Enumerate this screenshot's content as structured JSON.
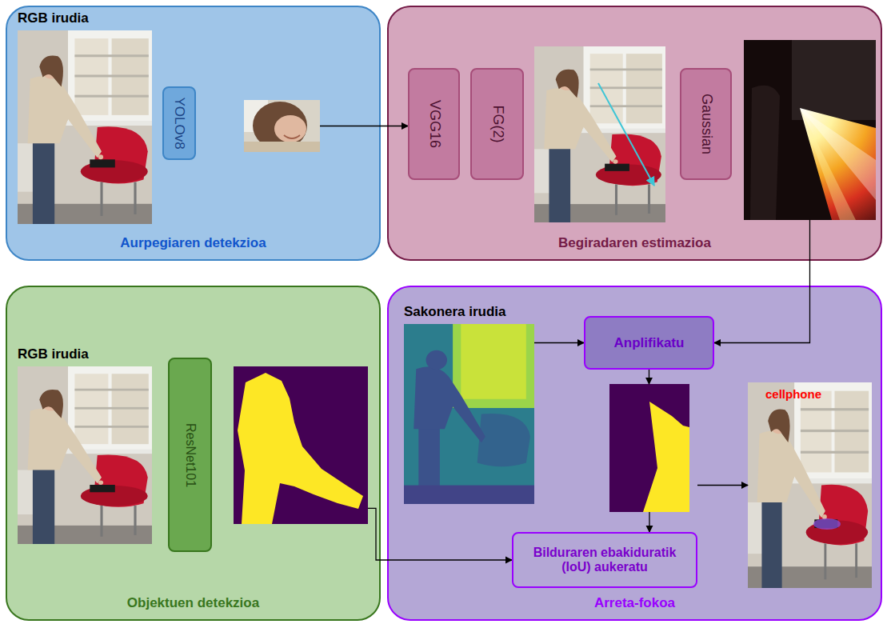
{
  "diagram": {
    "nodes": [
      {
        "text": [
          "Aurpegiaren detekzioa"
        ]
      },
      {
        "text": [
          "RGB irudia"
        ],
        "in": 0
      },
      {
        "text": [
          "YOLOv8"
        ],
        "in": 0
      },
      {
        "text": [],
        "in": 0
      },
      {
        "text": [
          "Begiradaren estimazioa"
        ]
      },
      {
        "text": [
          "VGG16"
        ],
        "in": 4
      },
      {
        "text": [
          "FG(2)"
        ],
        "in": 4
      },
      {
        "text": [],
        "in": 4
      },
      {
        "text": [
          "Gaussian"
        ],
        "in": 4
      },
      {
        "text": [],
        "in": 4
      },
      {
        "text": [
          "Objektuen detekzioa"
        ]
      },
      {
        "text": [
          "RGB irudia"
        ],
        "in": 10
      },
      {
        "text": [
          "ResNet101"
        ],
        "in": 10
      },
      {
        "text": [],
        "in": 10
      },
      {
        "text": [
          "Arreta-fokoa"
        ]
      },
      {
        "text": [
          "Sakonera irudia"
        ],
        "in": 14
      },
      {
        "text": [
          "Anplifikatu"
        ],
        "in": 14
      },
      {
        "text": [],
        "in": 14
      },
      {
        "text": [
          "Bilduraren ebakiduratik (IoU) aukeratu"
        ],
        "in": 14
      },
      {
        "text": [
          "cellphone"
        ],
        "in": 14
      }
    ],
    "edges": [
      {
        "from": 3,
        "to": 5,
        "arrow": "to"
      },
      {
        "from": 9,
        "to": 16,
        "arrow": "to"
      },
      {
        "from": 15,
        "to": 16,
        "arrow": "to"
      },
      {
        "from": 16,
        "to": 17,
        "arrow": "to"
      },
      {
        "from": 17,
        "to": 18,
        "arrow": "to"
      },
      {
        "from": 13,
        "to": 18,
        "arrow": "to"
      },
      {
        "from": 18,
        "to": 19,
        "arrow": "to"
      }
    ]
  }
}
